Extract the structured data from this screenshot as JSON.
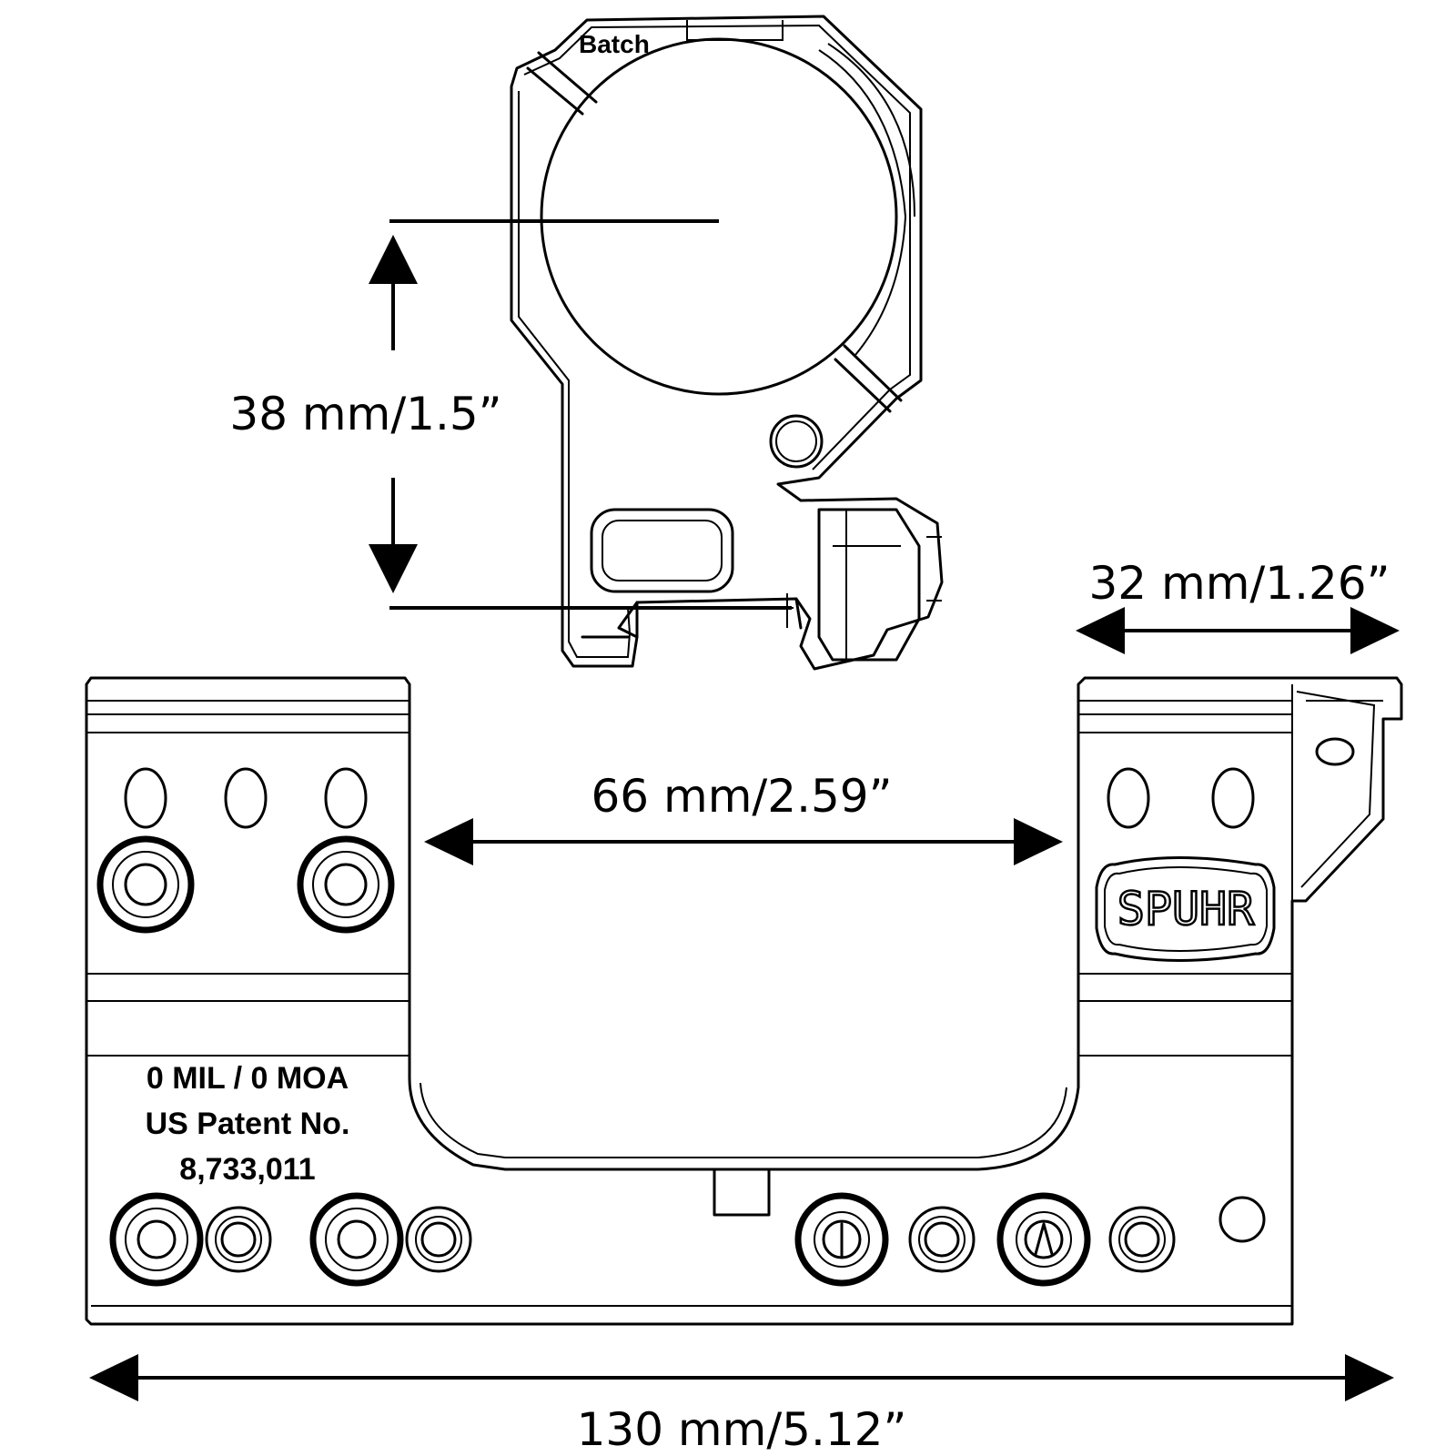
{
  "dimensions": {
    "ring_height": "38 mm/1.5”",
    "ring_width": "32 mm/1.26”",
    "ring_spacing": "66 mm/2.59”",
    "overall_length": "130 mm/5.12”"
  },
  "engraving": {
    "batch": "Batch",
    "zero_line": "0 MIL / 0 MOA",
    "patent_line": "US Patent No.",
    "patent_number": "8,733,011"
  },
  "logo": {
    "text": "SPUHR"
  }
}
